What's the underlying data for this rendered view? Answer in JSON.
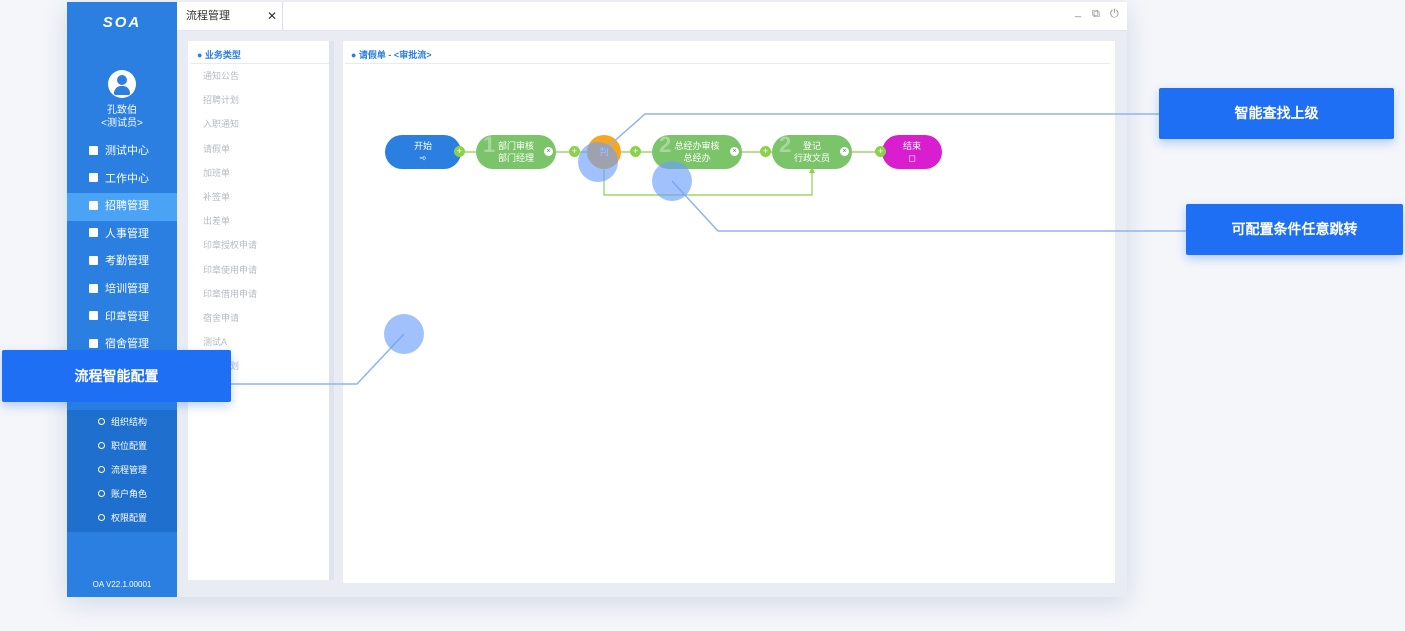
{
  "sidebar": {
    "logo": "SOA",
    "user": {
      "name": "孔致伯",
      "role": "<测试员>"
    },
    "menu": [
      {
        "label": "测试中心",
        "icon": "home-icon"
      },
      {
        "label": "工作中心",
        "icon": "dashboard-icon"
      },
      {
        "label": "招聘管理",
        "icon": "recruit-icon",
        "active": true
      },
      {
        "label": "人事管理",
        "icon": "people-icon"
      },
      {
        "label": "考勤管理",
        "icon": "attendance-icon"
      },
      {
        "label": "培训管理",
        "icon": "training-icon"
      },
      {
        "label": "印章管理",
        "icon": "seal-icon"
      },
      {
        "label": "宿舍管理",
        "icon": "dorm-icon"
      }
    ],
    "submenu": [
      "组织结构",
      "职位配置",
      "流程管理",
      "账户角色",
      "权限配置"
    ],
    "version": "OA V22.1.00001"
  },
  "topbar": {
    "tab_label": "流程管理",
    "tab_close": "✕",
    "controls": {
      "minimize": "_",
      "restore": "⧉",
      "power": "⏻"
    }
  },
  "biz_panel": {
    "title": "● 业务类型",
    "items": [
      "通知公告",
      "招聘计划",
      "入职通知",
      "请假单",
      "加班单",
      "补签单",
      "出差单",
      "印章授权申请",
      "印章使用申请",
      "印章借用申请",
      "宿舍申请",
      "测试A",
      "培训计划"
    ]
  },
  "flow_panel": {
    "title": "● 请假单 - <审批流>",
    "nodes": [
      {
        "line1": "开始",
        "line2": "➾",
        "num": "",
        "color": "#2a7fe0"
      },
      {
        "line1": "部门审核",
        "line2": "部门经理",
        "num": "1",
        "color": "#7cc46a"
      },
      {
        "line1": "判",
        "line2": "",
        "num": "",
        "color": "#f5a623"
      },
      {
        "line1": "总经办审核",
        "line2": "总经办",
        "num": "2",
        "color": "#7cc46a"
      },
      {
        "line1": "登记",
        "line2": "行政文员",
        "num": "2",
        "color": "#7cc46a"
      },
      {
        "line1": "结束",
        "line2": "◻",
        "num": "",
        "color": "#d91ecf"
      }
    ],
    "plus": "+",
    "close": "×"
  },
  "callouts": {
    "find_superior": "智能查找上级",
    "conditional_jump": "可配置条件任意跳转",
    "smart_config": "流程智能配置"
  },
  "colors": {
    "accent": "#1e6ff3",
    "sidebar": "#2a7fe0",
    "node_green": "#7cc46a",
    "highlight": "#6ea0fa"
  }
}
